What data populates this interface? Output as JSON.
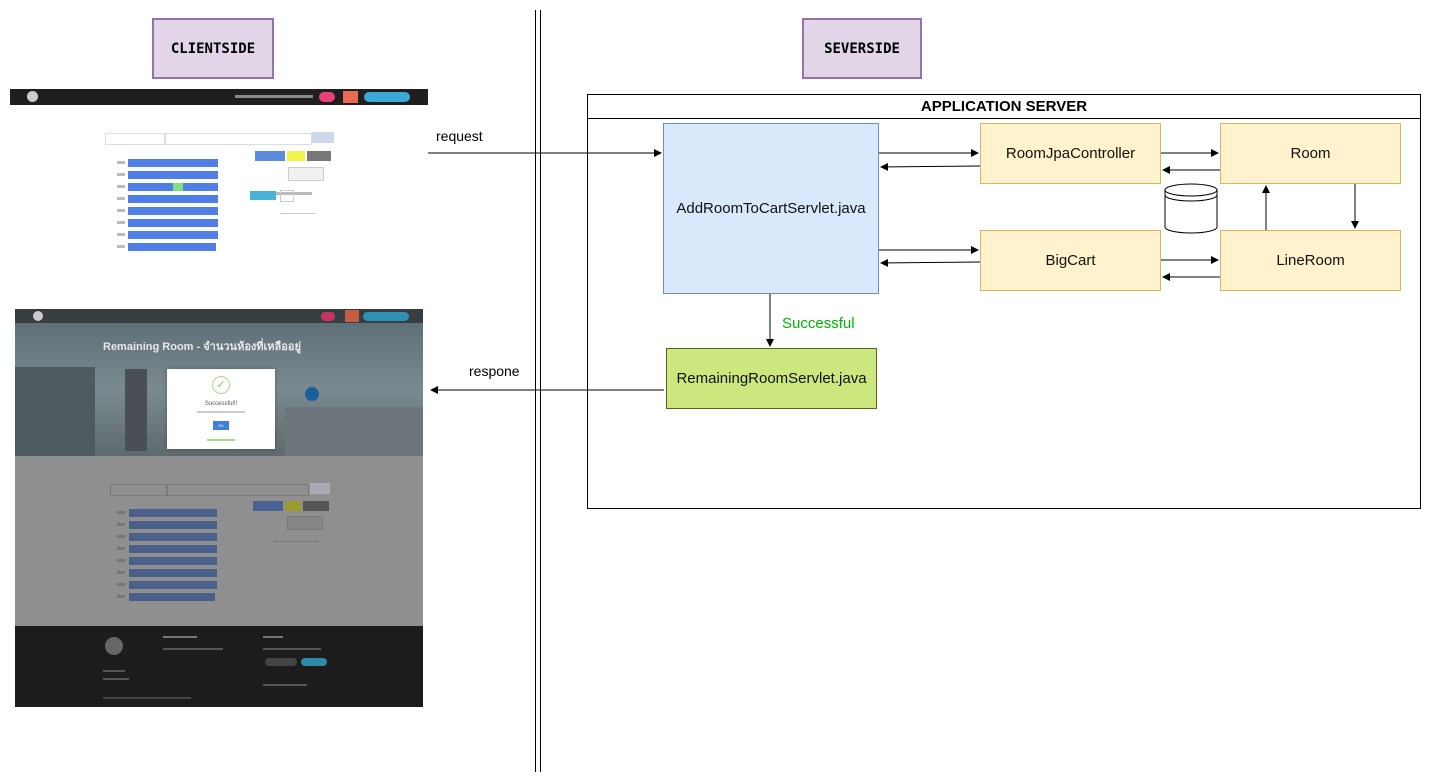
{
  "tags": {
    "clientside": "CLIENTSIDE",
    "serverside": "SEVERSIDE"
  },
  "server": {
    "title": "APPLICATION SERVER",
    "nodes": {
      "add_servlet": "AddRoomToCartServlet.java",
      "jpa_controller": "RoomJpaController",
      "room": "Room",
      "bigcart": "BigCart",
      "lineroom": "LineRoom",
      "remaining_servlet": "RemainingRoomServlet.java"
    }
  },
  "edges": {
    "request": "request",
    "response": "respone",
    "successful": "Successful"
  },
  "screenshot_bottom": {
    "hero_title": "Remaining Room - จำนวนห้องที่เหลืออยู่",
    "dialog_title": "Successful!!",
    "dialog_button": "OK"
  },
  "colors": {
    "blue_fill": "#dae8fc",
    "yellow_fill": "#fff2cc",
    "green_fill": "#cde77f",
    "success_text": "#00b300",
    "tag_fill": "#e1d5e7"
  }
}
